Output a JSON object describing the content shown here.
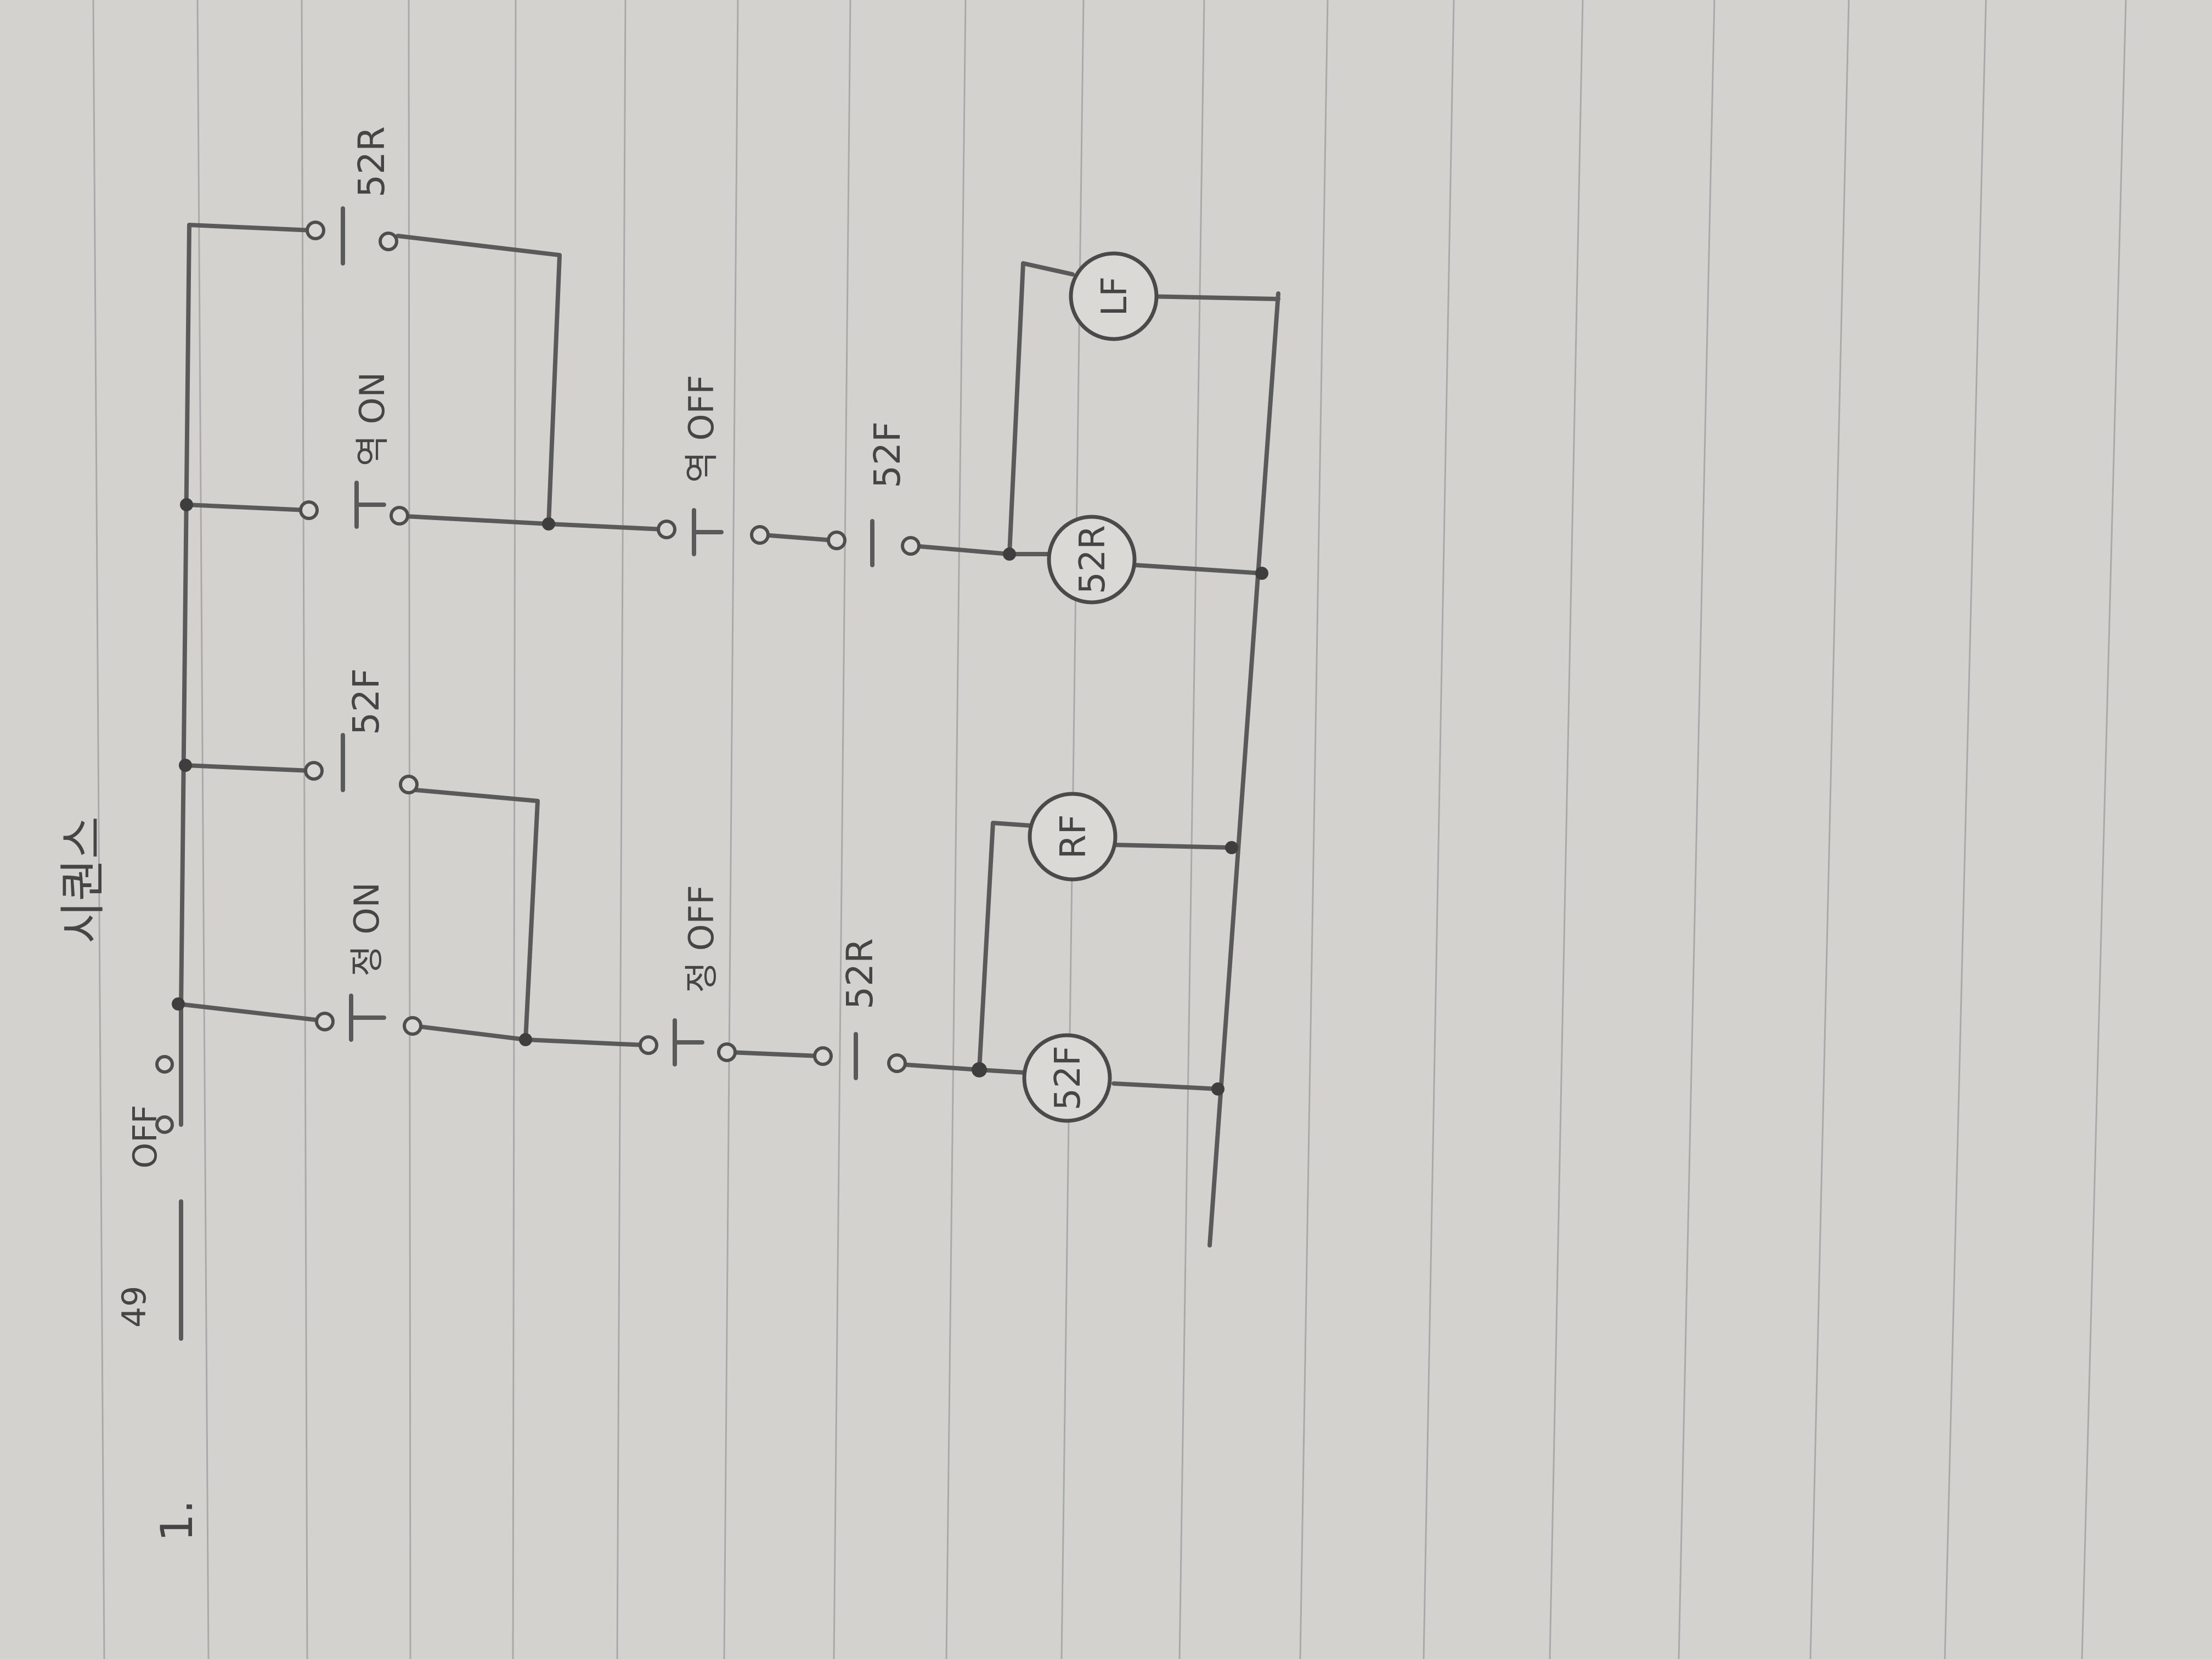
{
  "page": {
    "number": "1.",
    "title": "시퀀스"
  },
  "labels": {
    "relay_device": "49",
    "relay_state": "OFF",
    "fwd_on": "정 ON",
    "rev_on": "역 ON",
    "fwd_off": "정 OFF",
    "rev_off": "역 OFF",
    "aux_52f_1": "52F",
    "aux_52f_2": "52F",
    "aux_52r_1": "52R",
    "aux_52r_2": "52R"
  },
  "components": {
    "coil_forward": "52F",
    "lamp_forward": "RF",
    "coil_reverse": "52R",
    "lamp_reverse": "LF"
  },
  "colors": {
    "paper": "#d3d2ce",
    "ink": "#4a4a4a",
    "rule": "#a9aaa8"
  }
}
